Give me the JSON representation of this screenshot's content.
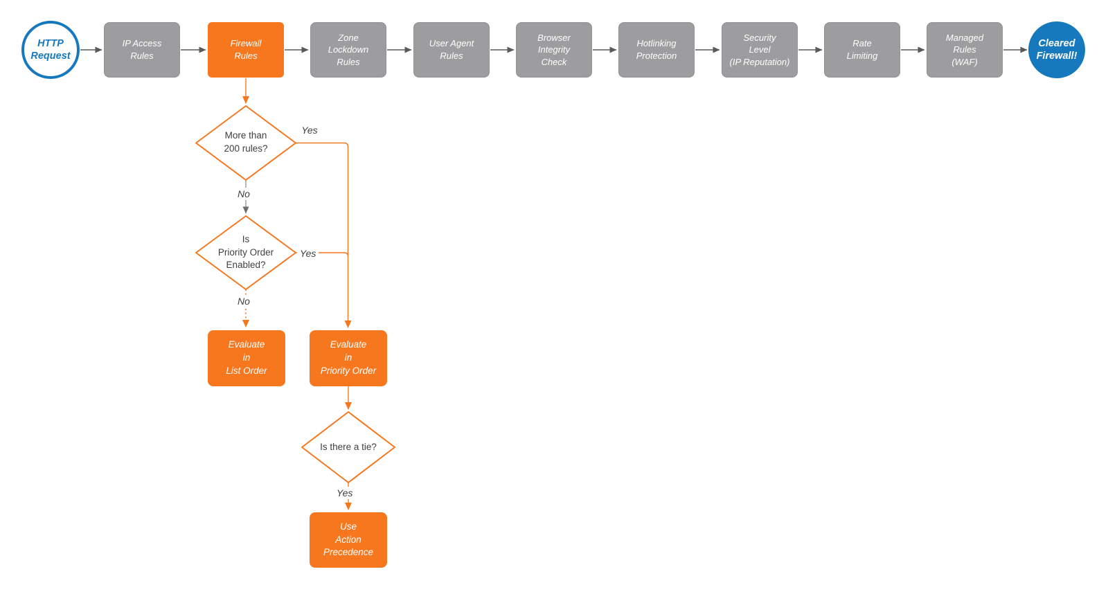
{
  "colors": {
    "orange": "#F7771E",
    "gray_fill": "#9D9D9F",
    "gray_border": "#85858A",
    "blue": "#1779BD",
    "arrow_dark": "#5A5A5E",
    "arrow_gray": "#8A8A8D",
    "text_dark": "#3F3F3F",
    "white": "#FFFFFF"
  },
  "flow": {
    "start": "HTTP\nRequest",
    "end": "Cleared\nFirewall!",
    "highlighted_stage": "Firewall Rules",
    "stages": [
      "IP Access\nRules",
      "Firewall\nRules",
      "Zone\nLockdown\nRules",
      "User Agent\nRules",
      "Browser\nIntegrity\nCheck",
      "Hotlinking\nProtection",
      "Security\nLevel\n(IP Reputation)",
      "Rate\nLimiting",
      "Managed\nRules\n(WAF)"
    ]
  },
  "decisions": {
    "d1": {
      "question": "More than\n200 rules?",
      "yes": "Yes",
      "no": "No"
    },
    "d2": {
      "question": "Is\nPriority Order\nEnabled?",
      "yes": "Yes",
      "no": "No"
    },
    "d3": {
      "question": "Is there a tie?",
      "yes": "Yes"
    }
  },
  "actions": {
    "list_order": "Evaluate\nin\nList Order",
    "priority_order": "Evaluate\nin\nPriority Order",
    "action_precedence": "Use\nAction\nPrecedence"
  }
}
